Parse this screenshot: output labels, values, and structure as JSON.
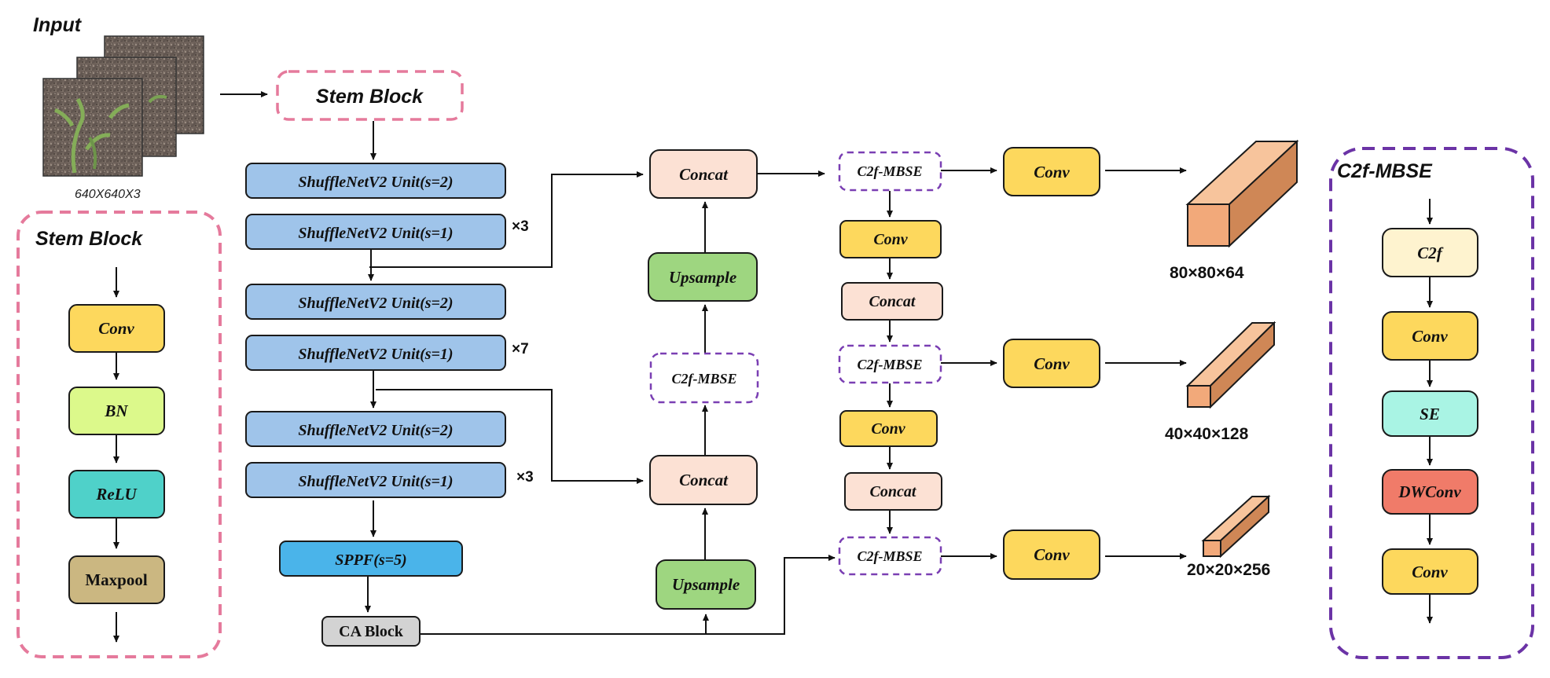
{
  "input": {
    "title": "Input",
    "size_label": "640X640X3"
  },
  "stem_block": {
    "label": "Stem Block"
  },
  "stem_detail": {
    "title": "Stem Block",
    "conv": "Conv",
    "bn": "BN",
    "relu": "ReLU",
    "maxpool": "Maxpool"
  },
  "backbone": {
    "unit_s2_a": "ShuffleNetV2 Unit(s=2)",
    "unit_s1_a": "ShuffleNetV2 Unit(s=1)",
    "repeat_a": "×3",
    "unit_s2_b": "ShuffleNetV2 Unit(s=2)",
    "unit_s1_b": "ShuffleNetV2 Unit(s=1)",
    "repeat_b": "×7",
    "unit_s2_c": "ShuffleNetV2 Unit(s=2)",
    "unit_s1_c": "ShuffleNetV2 Unit(s=1)",
    "repeat_c": "×3",
    "sppf": "SPPF(s=5)",
    "ca_block": "CA Block"
  },
  "neck": {
    "concat_top": "Concat",
    "upsample_top": "Upsample",
    "c2f_mid": "C2f-MBSE",
    "concat_bottom": "Concat",
    "upsample_bottom": "Upsample"
  },
  "head": {
    "c2f_1": "C2f-MBSE",
    "conv_1": "Conv",
    "conv_down_1": "Conv",
    "concat_1": "Concat",
    "c2f_2": "C2f-MBSE",
    "conv_2": "Conv",
    "conv_down_2": "Conv",
    "concat_2": "Concat",
    "c2f_3": "C2f-MBSE",
    "conv_3": "Conv"
  },
  "outputs": {
    "out_1": "80×80×64",
    "out_2": "40×40×128",
    "out_3": "20×20×256"
  },
  "c2f_detail": {
    "title": "C2f-MBSE",
    "c2f": "C2f",
    "conv_a": "Conv",
    "se": "SE",
    "dwconv": "DWConv",
    "conv_b": "Conv"
  },
  "colors": {
    "conv": "#fdd85d",
    "bn": "#dcf98b",
    "relu": "#4fd1c9",
    "maxpool": "#cbb781",
    "shufflenet": "#9fc4ea",
    "sppf": "#4ab4ea",
    "ca_block": "#d3d3d3",
    "concat": "#fce1d4",
    "upsample": "#9ed680",
    "c2f": "#fef3cf",
    "se": "#a9f4e4",
    "dwconv": "#f07b69",
    "cube": "#f2a97a",
    "stem_border": "#e57a9c",
    "c2f_border": "#6b33a6"
  }
}
